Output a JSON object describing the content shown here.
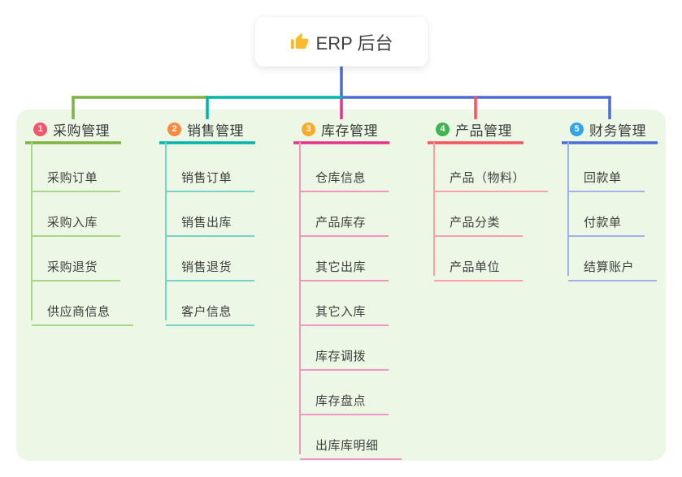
{
  "root": {
    "title": "ERP 后台",
    "icon": "thumbs-up"
  },
  "panel": {
    "bg": "#ecf7e6"
  },
  "branches": [
    {
      "index": "1",
      "label": "采购管理",
      "badge_color": "#f4566e",
      "line_color": "#7db343",
      "light_line_color": "#abd687",
      "items": [
        "采购订单",
        "采购入库",
        "采购退货",
        "供应商信息"
      ]
    },
    {
      "index": "2",
      "label": "销售管理",
      "badge_color": "#f98a3d",
      "line_color": "#00b3ab",
      "light_line_color": "#76d2cb",
      "items": [
        "销售订单",
        "销售出库",
        "销售退货",
        "客户信息"
      ]
    },
    {
      "index": "3",
      "label": "库存管理",
      "badge_color": "#fbab2c",
      "line_color": "#e8318a",
      "light_line_color": "#f295c2",
      "items": [
        "仓库信息",
        "产品库存",
        "其它出库",
        "其它入库",
        "库存调拨",
        "库存盘点",
        "出库库明细"
      ]
    },
    {
      "index": "4",
      "label": "产品管理",
      "badge_color": "#3eb550",
      "line_color": "#f8525f",
      "light_line_color": "#f9a1a6",
      "items": [
        "产品（物料）",
        "产品分类",
        "产品单位"
      ]
    },
    {
      "index": "5",
      "label": "财务管理",
      "badge_color": "#33a4e5",
      "line_color": "#4b6bd5",
      "light_line_color": "#9fb3e8",
      "items": [
        "回款单",
        "付款单",
        "结算账户"
      ]
    }
  ]
}
